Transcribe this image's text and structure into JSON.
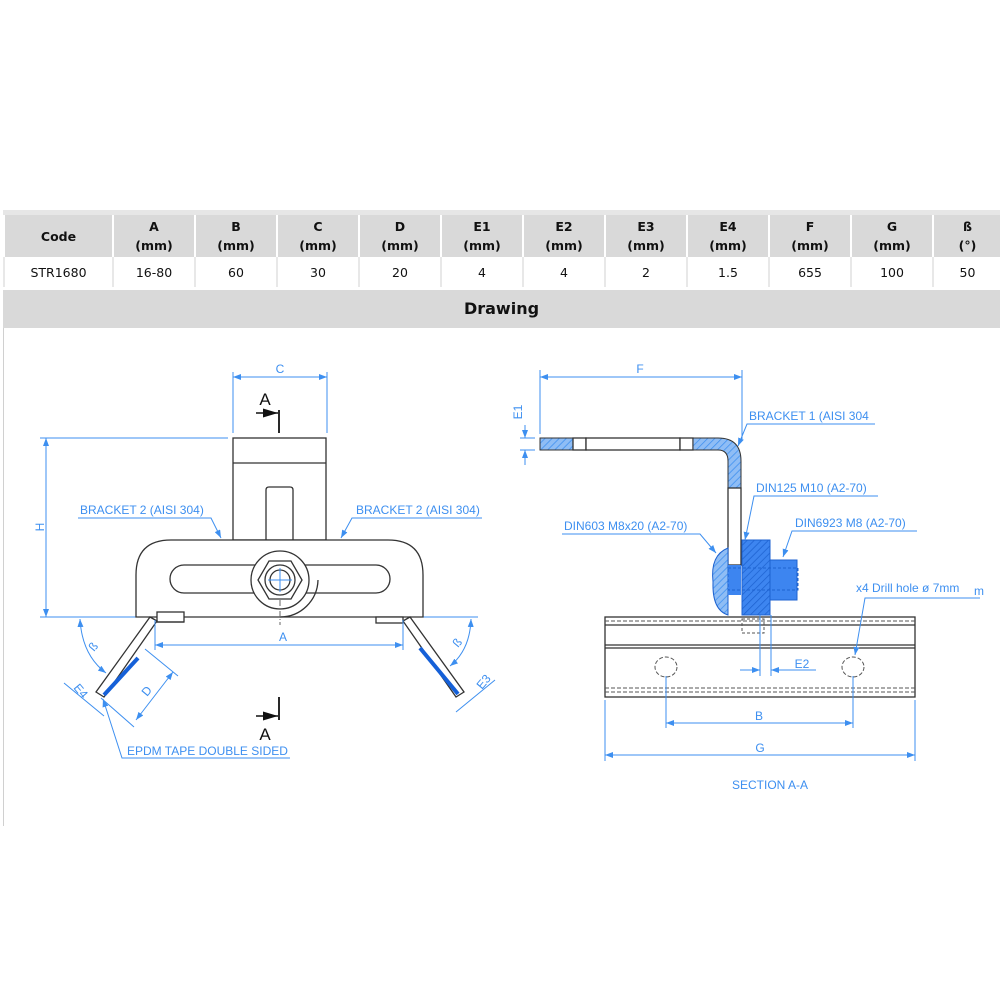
{
  "table": {
    "headers": [
      {
        "name": "Code",
        "unit": ""
      },
      {
        "name": "A",
        "unit": "(mm)"
      },
      {
        "name": "B",
        "unit": "(mm)"
      },
      {
        "name": "C",
        "unit": "(mm)"
      },
      {
        "name": "D",
        "unit": "(mm)"
      },
      {
        "name": "E1",
        "unit": "(mm)"
      },
      {
        "name": "E2",
        "unit": "(mm)"
      },
      {
        "name": "E3",
        "unit": "(mm)"
      },
      {
        "name": "E4",
        "unit": "(mm)"
      },
      {
        "name": "F",
        "unit": "(mm)"
      },
      {
        "name": "G",
        "unit": "(mm)"
      },
      {
        "name": "ß",
        "unit": "(°)"
      }
    ],
    "row": [
      "STR1680",
      "16-80",
      "60",
      "30",
      "20",
      "4",
      "4",
      "2",
      "1.5",
      "655",
      "100",
      "50"
    ]
  },
  "drawing_title": "Drawing",
  "front_view": {
    "dim_c": "C",
    "dim_h": "H",
    "dim_a": "A",
    "dim_d": "D",
    "dim_beta": "ß",
    "dim_e3": "E3",
    "dim_e4": "E4",
    "section_mark": "A",
    "bracket2_left": "BRACKET 2  (AISI 304)",
    "bracket2_right": "BRACKET 2 (AISI 304)",
    "epdm": "EPDM TAPE DOUBLE SIDED"
  },
  "section_view": {
    "dim_f": "F",
    "dim_e1": "E1",
    "dim_e2": "E2",
    "dim_b": "B",
    "dim_g": "G",
    "bracket1": "BRACKET 1 (AISI 304",
    "din125": "DIN125 M10 (A2-70)",
    "din6923": "DIN6923 M8 (A2-70)",
    "din603": "DIN603 M8x20 (A2-70)",
    "drill": "x4 Drill hole ø 7mm",
    "drill_clipped": "m",
    "title": "SECTION A-A"
  },
  "colors": {
    "annotation": "#3d8ff0",
    "tape": "#1560d8",
    "header_bg": "#d9d9d9"
  }
}
